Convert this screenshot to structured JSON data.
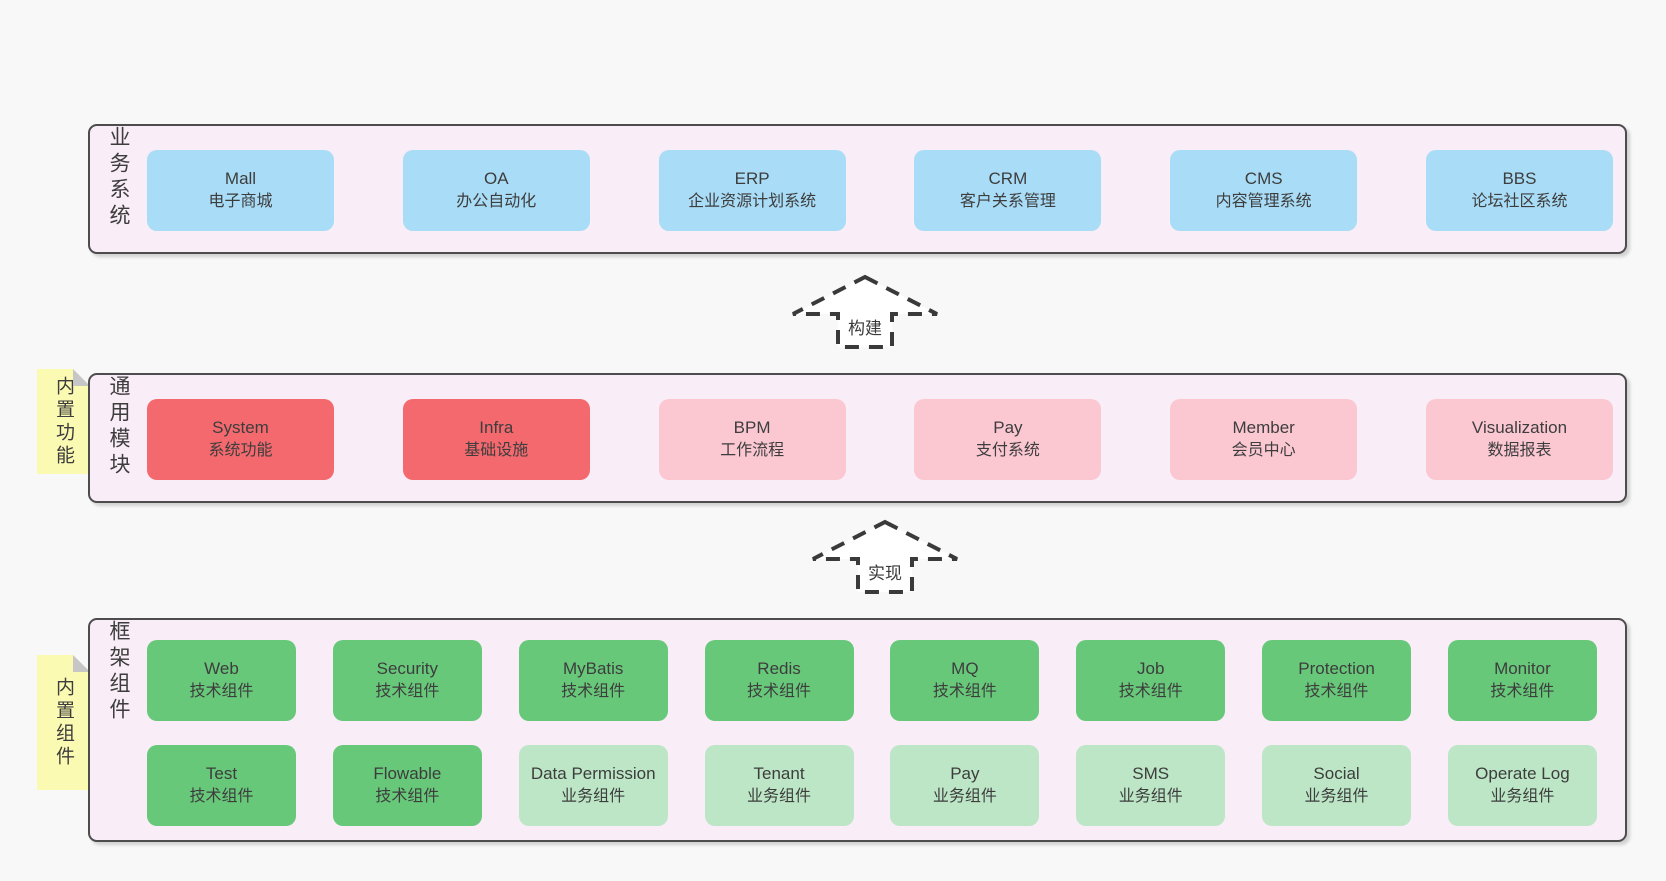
{
  "diagram": {
    "arrows": [
      {
        "label": "构建"
      },
      {
        "label": "实现"
      }
    ],
    "layers": [
      {
        "label": "业务系统",
        "side_note": null,
        "rows": [
          [
            {
              "name": "Mall",
              "subtitle": "电子商城"
            },
            {
              "name": "OA",
              "subtitle": "办公自动化"
            },
            {
              "name": "ERP",
              "subtitle": "企业资源计划系统"
            },
            {
              "name": "CRM",
              "subtitle": "客户关系管理"
            },
            {
              "name": "CMS",
              "subtitle": "内容管理系统"
            },
            {
              "name": "BBS",
              "subtitle": "论坛社区系统"
            }
          ]
        ]
      },
      {
        "label": "通用模块",
        "side_note": "内置功能",
        "rows": [
          [
            {
              "name": "System",
              "subtitle": "系统功能"
            },
            {
              "name": "Infra",
              "subtitle": "基础设施"
            },
            {
              "name": "BPM",
              "subtitle": "工作流程"
            },
            {
              "name": "Pay",
              "subtitle": "支付系统"
            },
            {
              "name": "Member",
              "subtitle": "会员中心"
            },
            {
              "name": "Visualization",
              "subtitle": "数据报表"
            }
          ]
        ]
      },
      {
        "label": "框架组件",
        "side_note": "内置组件",
        "rows": [
          [
            {
              "name": "Web",
              "subtitle": "技术组件"
            },
            {
              "name": "Security",
              "subtitle": "技术组件"
            },
            {
              "name": "MyBatis",
              "subtitle": "技术组件"
            },
            {
              "name": "Redis",
              "subtitle": "技术组件"
            },
            {
              "name": "MQ",
              "subtitle": "技术组件"
            },
            {
              "name": "Job",
              "subtitle": "技术组件"
            },
            {
              "name": "Protection",
              "subtitle": "技术组件"
            },
            {
              "name": "Monitor",
              "subtitle": "技术组件"
            }
          ],
          [
            {
              "name": "Test",
              "subtitle": "技术组件"
            },
            {
              "name": "Flowable",
              "subtitle": "技术组件"
            },
            {
              "name": "Data Permission",
              "subtitle": "业务组件"
            },
            {
              "name": "Tenant",
              "subtitle": "业务组件"
            },
            {
              "name": "Pay",
              "subtitle": "业务组件"
            },
            {
              "name": "SMS",
              "subtitle": "业务组件"
            },
            {
              "name": "Social",
              "subtitle": "业务组件"
            },
            {
              "name": "Operate Log",
              "subtitle": "业务组件"
            }
          ]
        ]
      }
    ],
    "colors": {
      "page_bg": "#f8f8f8",
      "layer_bg": "#f9edf7",
      "layer_border": "#4d4d4d",
      "business_box": "#a9dcf6",
      "core_module_box": "#f3696e",
      "module_box": "#fbc8d2",
      "tech_component_box": "#68c87a",
      "biz_component_box": "#bce6c6",
      "side_note_bg": "#fbfab3",
      "text": "#3d3d3d"
    }
  }
}
